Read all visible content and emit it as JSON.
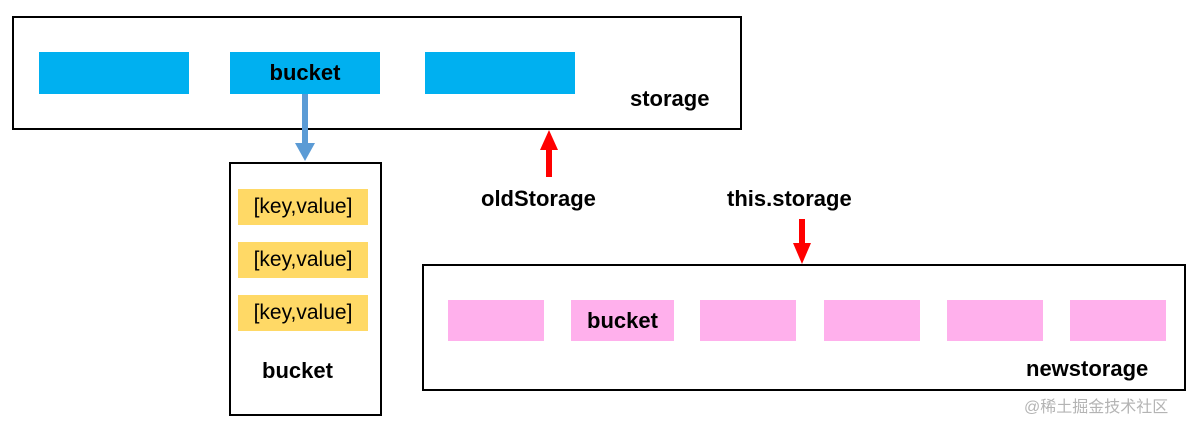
{
  "storage": {
    "label": "storage",
    "bucket_label": "bucket",
    "color": "#00b0f0"
  },
  "bucket_detail": {
    "entries": [
      "[key,value]",
      "[key,value]",
      "[key,value]"
    ],
    "label": "bucket",
    "entry_color": "#ffd966"
  },
  "newstorage": {
    "label": "newstorage",
    "bucket_label": "bucket",
    "color": "#ffb0ec"
  },
  "pointers": {
    "old": "oldStorage",
    "current": "this.storage",
    "color": "#ff0000"
  },
  "link_arrow_color": "#5b9bd5",
  "watermark": "@稀土掘金技术社区"
}
